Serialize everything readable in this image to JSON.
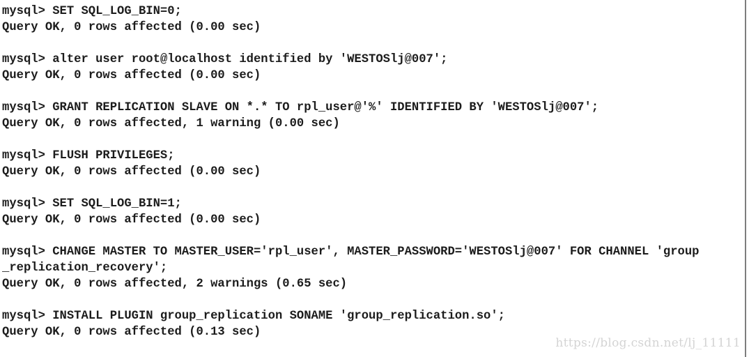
{
  "terminal": {
    "lines": [
      "mysql> SET SQL_LOG_BIN=0;",
      "Query OK, 0 rows affected (0.00 sec)",
      "",
      "mysql> alter user root@localhost identified by 'WESTOSlj@007';",
      "Query OK, 0 rows affected (0.00 sec)",
      "",
      "mysql> GRANT REPLICATION SLAVE ON *.* TO rpl_user@'%' IDENTIFIED BY 'WESTOSlj@007';",
      "Query OK, 0 rows affected, 1 warning (0.00 sec)",
      "",
      "mysql> FLUSH PRIVILEGES;",
      "Query OK, 0 rows affected (0.00 sec)",
      "",
      "mysql> SET SQL_LOG_BIN=1;",
      "Query OK, 0 rows affected (0.00 sec)",
      "",
      "mysql> CHANGE MASTER TO MASTER_USER='rpl_user', MASTER_PASSWORD='WESTOSlj@007' FOR CHANNEL 'group",
      "_replication_recovery';",
      "Query OK, 0 rows affected, 2 warnings (0.65 sec)",
      "",
      "mysql> INSTALL PLUGIN group_replication SONAME 'group_replication.so';",
      "Query OK, 0 rows affected (0.13 sec)"
    ]
  },
  "watermark": "https://blog.csdn.net/lj_11111",
  "colors": {
    "text": "#1c1c1c",
    "background": "#ffffff",
    "watermark": "#d4d4d4"
  }
}
